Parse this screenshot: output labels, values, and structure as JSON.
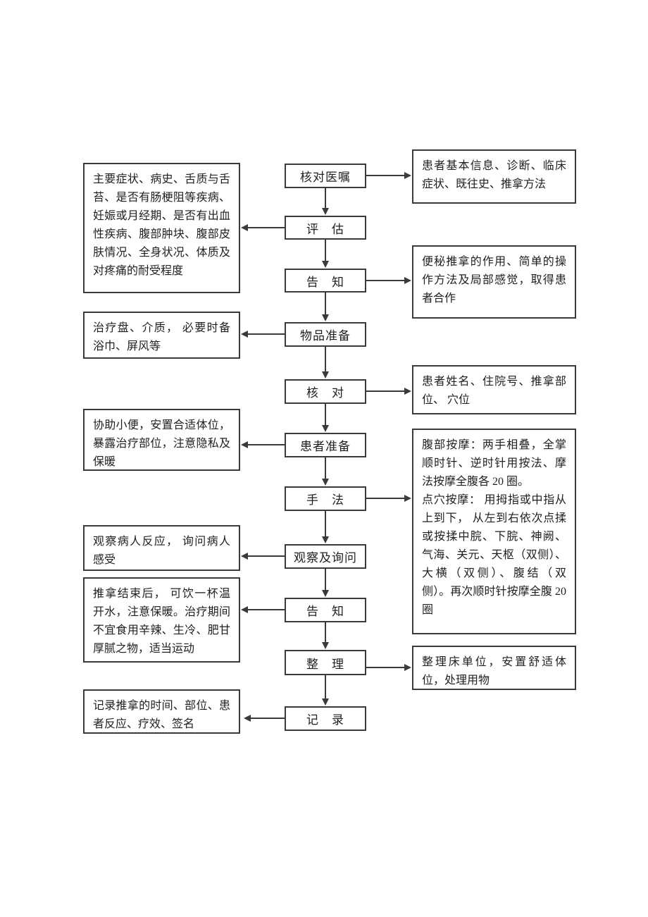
{
  "colors": {
    "line": "#3a3a3a",
    "text": "#1f1f1f",
    "background": "#ffffff"
  },
  "flow": {
    "center": [
      {
        "label": "核对医嘱"
      },
      {
        "label": "评　估"
      },
      {
        "label": "告　知"
      },
      {
        "label": "物品准备"
      },
      {
        "label": "核　对"
      },
      {
        "label": "患者准备"
      },
      {
        "label": "手　法"
      },
      {
        "label": "观察及询问"
      },
      {
        "label": "告　知"
      },
      {
        "label": "整　理"
      },
      {
        "label": "记　录"
      }
    ],
    "left": [
      {
        "text": "主要症状、病史、舌质与舌苔、是否有肠梗阻等疾病、妊娠或月经期、是否有出血性疾病、腹部肿块、腹部皮肤情况、全身状况、体质及对疼痛的耐受程度"
      },
      {
        "text": "治疗盘、介质， 必要时备浴巾、屏风等"
      },
      {
        "text": "协助小便，安置合适体位，暴露治疗部位，注意隐私及保暖"
      },
      {
        "text": "观察病人反应， 询问病人感受"
      },
      {
        "text": "推拿结束后， 可饮一杯温开水，注意保暖。治疗期间不宜食用辛辣、生冷、肥甘厚腻之物，适当运动"
      },
      {
        "text": "记录推拿的时间、部位、患者反应、疗效、签名"
      }
    ],
    "right": [
      {
        "text": "患者基本信息、诊断、临床症状、既往史、推拿方法"
      },
      {
        "text": "便秘推拿的作用、简单的操作方法及局部感觉，取得患者合作"
      },
      {
        "text": "患者姓名、住院号、推拿部位、 穴位"
      },
      {
        "lines": [
          "腹部按摩：两手相叠，全掌顺时针、逆时针用按法、摩法按摩全腹各 20 圈。",
          "点穴按摩： 用拇指或中指从上到下， 从左到右依次点揉或按揉中脘、下脘、神阙、气海、关元、天枢（双侧）、大横（双侧）、腹结（双侧）。再次顺时针按摩全腹 20 圈"
        ]
      },
      {
        "text": "整理床单位，安置舒适体位，处理用物"
      }
    ]
  }
}
